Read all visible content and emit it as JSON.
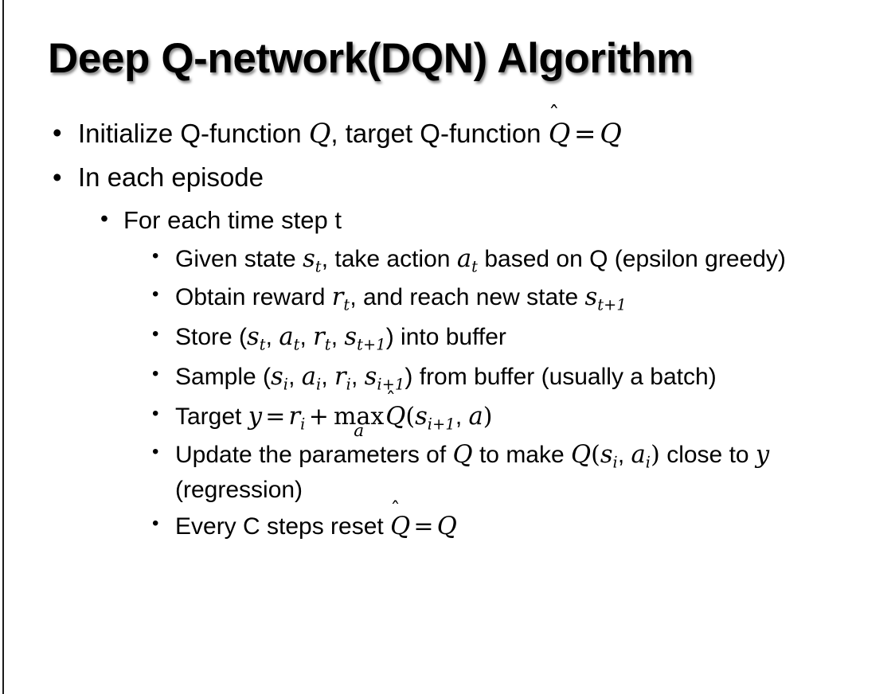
{
  "slide": {
    "title": "Deep Q-network(DQN) Algorithm",
    "background_color": "#ffffff",
    "text_color": "#000000",
    "bullet_glyph": "•"
  },
  "content": {
    "l1_initialize": {
      "part1": "Initialize Q-function ",
      "var_q1": "Q",
      "part2": ", target Q-function ",
      "var_qhat": "Q",
      "hat": "̂",
      "equals": "=",
      "var_q2": "Q"
    },
    "l1_episode": {
      "text": "In each episode"
    },
    "l2_timestep": {
      "text": "For each time step t"
    },
    "l3_given": {
      "part1": "Given state ",
      "var_s": "s",
      "sub_s": "t",
      "part2": ", take action ",
      "var_a": "a",
      "sub_a": "t",
      "part3": " based on Q (epsilon greedy)"
    },
    "l3_obtain": {
      "part1": "Obtain reward ",
      "var_r": "r",
      "sub_r": "t",
      "part2": ", and reach new state ",
      "var_s": "s",
      "sub_s": "t+1"
    },
    "l3_store": {
      "part1": "Store (",
      "var_s1": "s",
      "sub_s1": "t",
      "sep1": ", ",
      "var_a": "a",
      "sub_a": "t",
      "sep2": ", ",
      "var_r": "r",
      "sub_r": "t",
      "sep3": ", ",
      "var_s2": "s",
      "sub_s2": "t+1",
      "part2": ") into buffer"
    },
    "l3_sample": {
      "part1": "Sample (",
      "var_s1": "s",
      "sub_s1": "i",
      "sep1": ", ",
      "var_a": "a",
      "sub_a": "i",
      "sep2": ", ",
      "var_r": "r",
      "sub_r": "i",
      "sep3": ", ",
      "var_s2": "s",
      "sub_s2": "i+1",
      "part2": ") from buffer (usually a batch)"
    },
    "l3_target": {
      "part1": "Target ",
      "var_y": "y",
      "equals": "=",
      "var_r": "r",
      "sub_r": "i",
      "plus": "+",
      "max_op": "max",
      "max_sub": "a",
      "var_qhat": "Q",
      "hat": "̂",
      "paren_open": "(",
      "var_s": "s",
      "sub_s": "i+1",
      "sep": ", ",
      "var_a": "a",
      "paren_close": ")"
    },
    "l3_update": {
      "part1": "Update the parameters of ",
      "var_q1": "Q",
      "part2": " to make ",
      "var_q2": "Q",
      "paren_open": "(",
      "var_s": "s",
      "sub_s": "i",
      "sep": ", ",
      "var_a": "a",
      "sub_a": "i",
      "paren_close": ")",
      "part3": " close to ",
      "var_y": "y",
      "part4": " (regression)"
    },
    "l3_reset": {
      "part1": "Every C steps reset ",
      "var_qhat": "Q",
      "hat": "̂",
      "equals": "=",
      "var_q": "Q"
    }
  }
}
